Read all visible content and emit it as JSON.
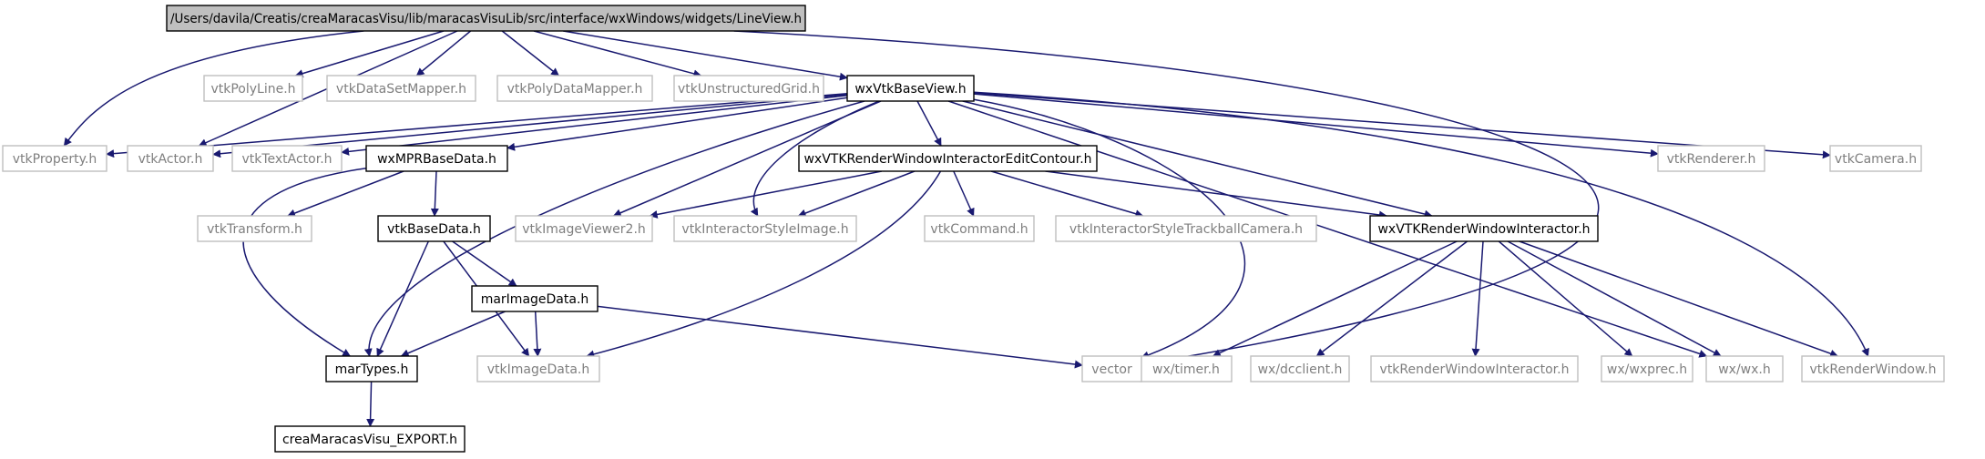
{
  "diagram": {
    "type": "include-dependency-graph",
    "colors": {
      "edge": "#191970",
      "root_fill": "#bfbfbf",
      "root_border": "#000000",
      "documented_border": "#000000",
      "external_border": "#bfbfbf",
      "external_text": "#7f7f7f",
      "text": "#000000"
    },
    "nodes": [
      {
        "id": "root",
        "label": "/Users/davila/Creatis/creaMaracasVisu/lib/maracasVisuLib/src/interface/wxWindows/widgets/LineView.h",
        "kind": "root"
      },
      {
        "id": "vtkPolyLine",
        "label": "vtkPolyLine.h",
        "kind": "external"
      },
      {
        "id": "vtkDataSetMapper",
        "label": "vtkDataSetMapper.h",
        "kind": "external"
      },
      {
        "id": "vtkPolyDataMapper",
        "label": "vtkPolyDataMapper.h",
        "kind": "external"
      },
      {
        "id": "vtkUnstructuredGrid",
        "label": "vtkUnstructuredGrid.h",
        "kind": "external"
      },
      {
        "id": "wxVtkBaseView",
        "label": "wxVtkBaseView.h",
        "kind": "documented"
      },
      {
        "id": "vtkProperty",
        "label": "vtkProperty.h",
        "kind": "external"
      },
      {
        "id": "vtkActor",
        "label": "vtkActor.h",
        "kind": "external"
      },
      {
        "id": "vtkTextActor",
        "label": "vtkTextActor.h",
        "kind": "external"
      },
      {
        "id": "wxMPRBaseData",
        "label": "wxMPRBaseData.h",
        "kind": "documented"
      },
      {
        "id": "wxVTKRWIEditContour",
        "label": "wxVTKRenderWindowInteractorEditContour.h",
        "kind": "documented"
      },
      {
        "id": "vtkRenderer",
        "label": "vtkRenderer.h",
        "kind": "external"
      },
      {
        "id": "vtkCamera",
        "label": "vtkCamera.h",
        "kind": "external"
      },
      {
        "id": "vtkTransform",
        "label": "vtkTransform.h",
        "kind": "external"
      },
      {
        "id": "vtkBaseData",
        "label": "vtkBaseData.h",
        "kind": "documented"
      },
      {
        "id": "vtkImageViewer2",
        "label": "vtkImageViewer2.h",
        "kind": "external"
      },
      {
        "id": "vtkInteractorStyleImage",
        "label": "vtkInteractorStyleImage.h",
        "kind": "external"
      },
      {
        "id": "vtkCommand",
        "label": "vtkCommand.h",
        "kind": "external"
      },
      {
        "id": "vtkInteractorStyleTrackballCamera",
        "label": "vtkInteractorStyleTrackballCamera.h",
        "kind": "external"
      },
      {
        "id": "wxVTKRWI",
        "label": "wxVTKRenderWindowInteractor.h",
        "kind": "documented"
      },
      {
        "id": "marImageData",
        "label": "marImageData.h",
        "kind": "documented"
      },
      {
        "id": "wxTimer",
        "label": "wx/timer.h",
        "kind": "external"
      },
      {
        "id": "wxDcclient",
        "label": "wx/dcclient.h",
        "kind": "external"
      },
      {
        "id": "vtkRenderWindowInteractor",
        "label": "vtkRenderWindowInteractor.h",
        "kind": "external"
      },
      {
        "id": "wxWxprec",
        "label": "wx/wxprec.h",
        "kind": "external"
      },
      {
        "id": "wxWx",
        "label": "wx/wx.h",
        "kind": "external"
      },
      {
        "id": "vtkRenderWindow",
        "label": "vtkRenderWindow.h",
        "kind": "external"
      },
      {
        "id": "marTypes",
        "label": "marTypes.h",
        "kind": "documented"
      },
      {
        "id": "vtkImageData",
        "label": "vtkImageData.h",
        "kind": "external"
      },
      {
        "id": "vector",
        "label": "vector",
        "kind": "external"
      },
      {
        "id": "creaExport",
        "label": "creaMaracasVisu_EXPORT.h",
        "kind": "documented"
      }
    ],
    "edges": [
      {
        "from": "root",
        "to": "vtkProperty"
      },
      {
        "from": "root",
        "to": "vtkActor"
      },
      {
        "from": "root",
        "to": "vtkPolyLine"
      },
      {
        "from": "root",
        "to": "vtkDataSetMapper"
      },
      {
        "from": "root",
        "to": "vtkPolyDataMapper"
      },
      {
        "from": "root",
        "to": "vtkUnstructuredGrid"
      },
      {
        "from": "root",
        "to": "wxVtkBaseView"
      },
      {
        "from": "root",
        "to": "vector"
      },
      {
        "from": "wxVtkBaseView",
        "to": "vtkProperty"
      },
      {
        "from": "wxVtkBaseView",
        "to": "vtkActor"
      },
      {
        "from": "wxVtkBaseView",
        "to": "vtkTextActor"
      },
      {
        "from": "wxVtkBaseView",
        "to": "wxMPRBaseData"
      },
      {
        "from": "wxVtkBaseView",
        "to": "marTypes"
      },
      {
        "from": "wxVtkBaseView",
        "to": "vtkImageViewer2"
      },
      {
        "from": "wxVtkBaseView",
        "to": "vtkInteractorStyleImage"
      },
      {
        "from": "wxVtkBaseView",
        "to": "wxVTKRWIEditContour"
      },
      {
        "from": "wxVtkBaseView",
        "to": "vector"
      },
      {
        "from": "wxVtkBaseView",
        "to": "wxVTKRWI"
      },
      {
        "from": "wxVtkBaseView",
        "to": "wxWx"
      },
      {
        "from": "wxVtkBaseView",
        "to": "vtkRenderWindow"
      },
      {
        "from": "wxVtkBaseView",
        "to": "vtkRenderer"
      },
      {
        "from": "wxVtkBaseView",
        "to": "vtkCamera"
      },
      {
        "from": "wxMPRBaseData",
        "to": "vtkTransform"
      },
      {
        "from": "wxMPRBaseData",
        "to": "vtkBaseData"
      },
      {
        "from": "wxMPRBaseData",
        "to": "marTypes"
      },
      {
        "from": "vtkBaseData",
        "to": "marImageData"
      },
      {
        "from": "vtkBaseData",
        "to": "marTypes"
      },
      {
        "from": "vtkBaseData",
        "to": "vtkImageData"
      },
      {
        "from": "marImageData",
        "to": "marTypes"
      },
      {
        "from": "marImageData",
        "to": "vtkImageData"
      },
      {
        "from": "marImageData",
        "to": "vector"
      },
      {
        "from": "marTypes",
        "to": "creaExport"
      },
      {
        "from": "wxVTKRWIEditContour",
        "to": "vtkImageViewer2"
      },
      {
        "from": "wxVTKRWIEditContour",
        "to": "vtkInteractorStyleImage"
      },
      {
        "from": "wxVTKRWIEditContour",
        "to": "vtkCommand"
      },
      {
        "from": "wxVTKRWIEditContour",
        "to": "vtkInteractorStyleTrackballCamera"
      },
      {
        "from": "wxVTKRWIEditContour",
        "to": "wxVTKRWI"
      },
      {
        "from": "wxVTKRWIEditContour",
        "to": "vtkImageData"
      },
      {
        "from": "wxVTKRWI",
        "to": "wxTimer"
      },
      {
        "from": "wxVTKRWI",
        "to": "wxDcclient"
      },
      {
        "from": "wxVTKRWI",
        "to": "vtkRenderWindowInteractor"
      },
      {
        "from": "wxVTKRWI",
        "to": "wxWxprec"
      },
      {
        "from": "wxVTKRWI",
        "to": "wxWx"
      },
      {
        "from": "wxVTKRWI",
        "to": "vtkRenderWindow"
      }
    ]
  }
}
